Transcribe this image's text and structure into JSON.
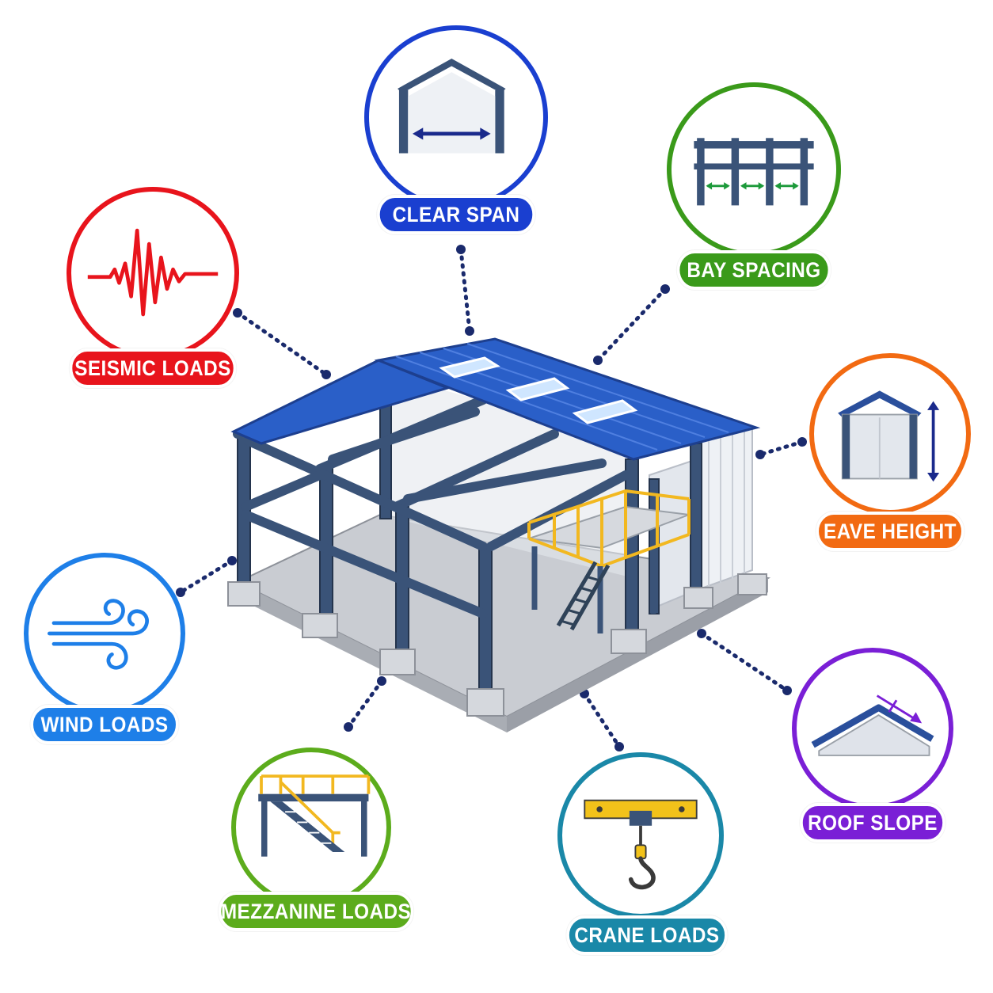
{
  "labels": {
    "clear_span": "CLEAR SPAN",
    "bay_spacing": "BAY SPACING",
    "seismic_loads": "SEISMIC LOADS",
    "eave_height": "EAVE HEIGHT",
    "wind_loads": "WIND LOADS",
    "roof_slope": "ROOF SLOPE",
    "mezzanine_loads": "MEZZANINE LOADS",
    "crane_loads": "CRANE LOADS"
  },
  "colors": {
    "clear_span": "#1a3fd0",
    "bay_spacing": "#3a9a1a",
    "seismic_loads": "#e8141c",
    "eave_height": "#f26a12",
    "wind_loads": "#1e7fe8",
    "roof_slope": "#7a1fd6",
    "mezzanine_loads": "#5cac1c",
    "crane_loads": "#1a88a8",
    "connector": "#1a2a6c",
    "roof": "#2a5fc8",
    "steel": "#3a5378",
    "mezzanine_rail": "#f2b820"
  }
}
